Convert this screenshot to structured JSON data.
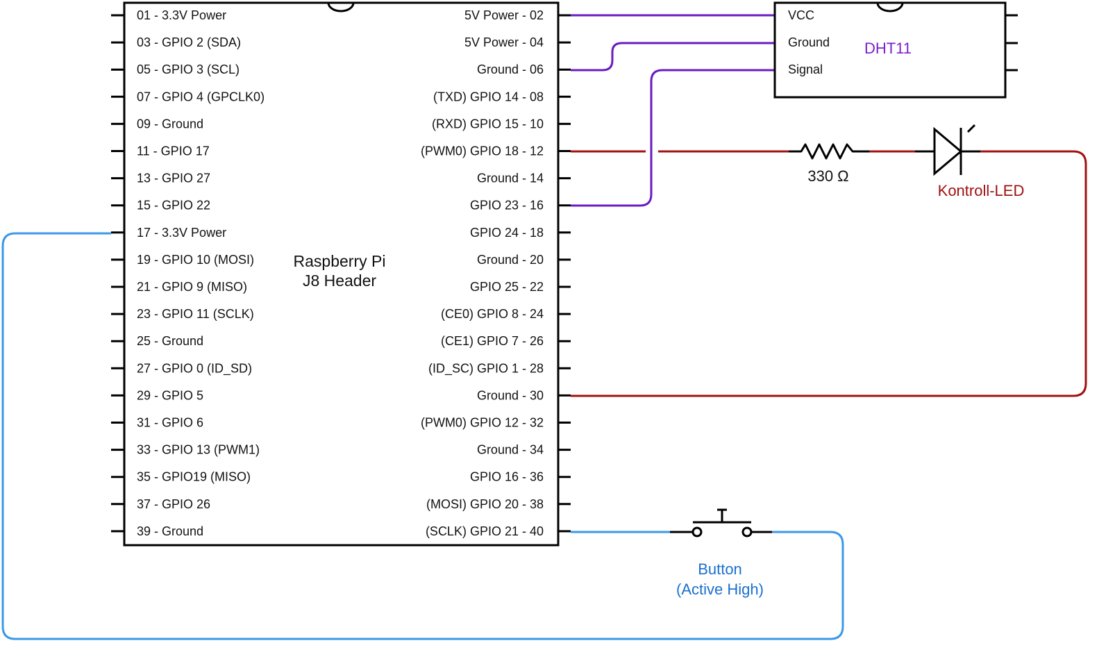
{
  "header": {
    "title_line1": "Raspberry Pi",
    "title_line2": "J8 Header",
    "left_pins": [
      "01 - 3.3V Power",
      "03 - GPIO 2 (SDA)",
      "05 - GPIO 3 (SCL)",
      "07 - GPIO 4 (GPCLK0)",
      "09 - Ground",
      "11 - GPIO 17",
      "13 - GPIO 27",
      "15 - GPIO 22",
      "17 - 3.3V Power",
      "19 - GPIO 10 (MOSI)",
      "21 - GPIO 9 (MISO)",
      "23 - GPIO 11 (SCLK)",
      "25 - Ground",
      "27 - GPIO 0 (ID_SD)",
      "29 - GPIO 5",
      "31 - GPIO 6",
      "33 - GPIO 13 (PWM1)",
      "35 - GPIO19 (MISO)",
      "37 - GPIO 26",
      "39 - Ground"
    ],
    "right_pins": [
      "5V Power - 02",
      "5V Power - 04",
      "Ground - 06",
      "(TXD) GPIO 14 - 08",
      "(RXD) GPIO 15 - 10",
      "(PWM0) GPIO 18 - 12",
      "Ground - 14",
      "GPIO 23 - 16",
      "GPIO 24 - 18",
      "Ground - 20",
      "GPIO 25 - 22",
      "(CE0) GPIO 8 - 24",
      "(CE1) GPIO 7 - 26",
      "(ID_SC) GPIO 1 - 28",
      "Ground - 30",
      "(PWM0) GPIO 12 - 32",
      "Ground - 34",
      "GPIO 16 - 36",
      "(MOSI) GPIO 20 - 38",
      "(SCLK) GPIO 21 - 40"
    ]
  },
  "dht11": {
    "name": "DHT11",
    "pins": [
      "VCC",
      "Ground",
      "Signal"
    ]
  },
  "resistor": {
    "label": "330 Ω"
  },
  "led": {
    "label": "Kontroll-LED"
  },
  "button": {
    "label_line1": "Button",
    "label_line2": "(Active High)"
  },
  "colors": {
    "outline": "#000000",
    "dht_wire": "#6a1bc2",
    "led_wire": "#a01010",
    "button_wire": "#3a98e8",
    "dht_label": "#7a1fd0",
    "led_label": "#a01010",
    "button_label": "#1a6fcf"
  }
}
